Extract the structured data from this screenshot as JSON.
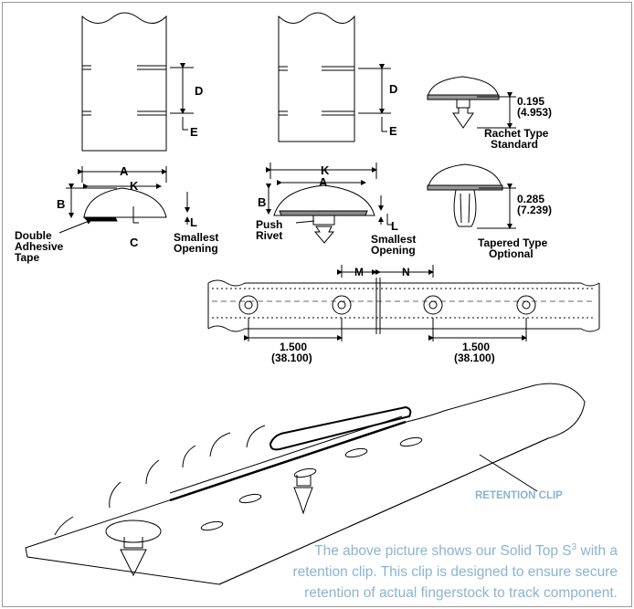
{
  "labels": {
    "a1": "A",
    "k1": "K",
    "b1": "B",
    "d1": "D",
    "e1": "E",
    "l1": "L",
    "c1": "C",
    "double": "Double",
    "adhesive": "Adhesive",
    "tape": "Tape",
    "smallest1": "Smallest",
    "opening1": "Opening",
    "k2": "K",
    "a2": "A",
    "b2": "B",
    "d2": "D",
    "e2": "E",
    "l2": "L",
    "push": "Push",
    "rivet": "Rivet",
    "smallest2": "Smallest",
    "opening2": "Opening",
    "dim1": "0.195",
    "dim1mm": "(4.953)",
    "rachet": "Rachet Type",
    "standard": "Standard",
    "dim2": "0.285",
    "dim2mm": "(7.239)",
    "tapered": "Tapered Type",
    "optional": "Optional",
    "m": "M",
    "n": "N",
    "pitch1": "1.500",
    "pitch1mm": "(38.100)",
    "pitch2": "1.500",
    "pitch2mm": "(38.100)",
    "retention": "RETENTION CLIP"
  },
  "caption": {
    "line1a": "The above picture shows our Solid Top S",
    "sup": "3",
    "line1b": " with a",
    "line2": "retention clip. This clip is designed to ensure secure",
    "line3": "retention of actual fingerstock to track component."
  },
  "colors": {
    "accent": "#8ab4cf",
    "line": "#000000",
    "frame": "#9a9a9a"
  }
}
